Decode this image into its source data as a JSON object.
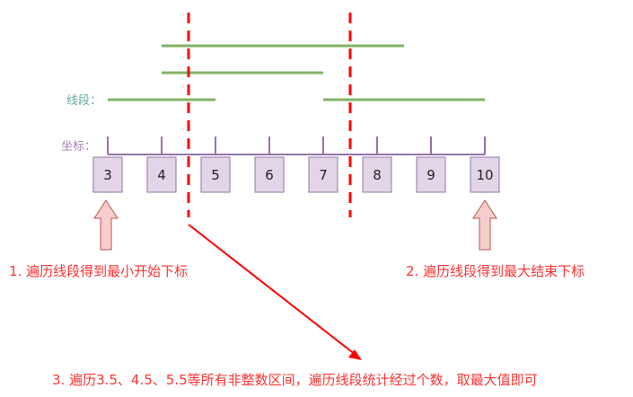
{
  "labels": {
    "segments": "线段：",
    "coords": "坐标："
  },
  "coordinates": [
    "3",
    "4",
    "5",
    "6",
    "7",
    "8",
    "9",
    "10"
  ],
  "segments": [
    {
      "start": 4,
      "end": 8.5
    },
    {
      "start": 4,
      "end": 7
    },
    {
      "start": 3,
      "end": 5
    },
    {
      "start": 7,
      "end": 10
    }
  ],
  "sweep_lines": [
    4.5,
    7.5
  ],
  "notes": {
    "note1": "1. 遍历线段得到最小开始下标",
    "note2": "2. 遍历线段得到最大结束下标",
    "note3": "3. 遍历3.5、4.5、5.5等所有非整数区间，遍历线段统计经过个数，取最大值即可"
  },
  "colors": {
    "segment": "#82B366",
    "axis": "#9673A6",
    "box_fill": "#E1D5E7",
    "dash": "#FF0000",
    "text": "#FF3333",
    "arrow_fill": "#F8CECC",
    "arrow_stroke": "#B85450"
  }
}
